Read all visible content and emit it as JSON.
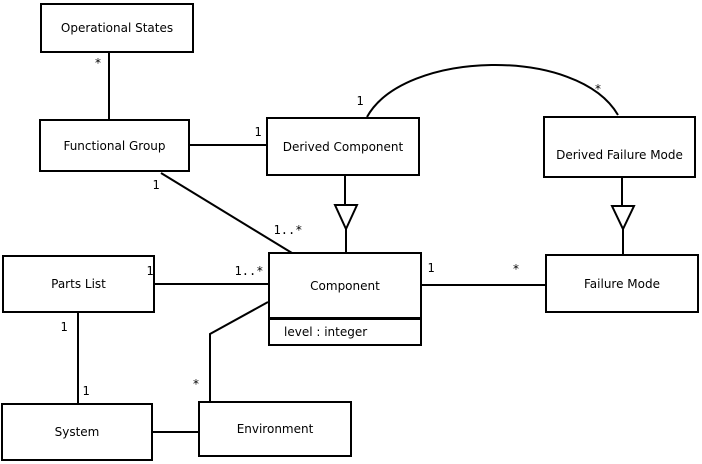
{
  "diagram": {
    "kind": "uml-class-diagram",
    "background_color": "#ffffff",
    "line_color": "#000000",
    "text_color": "#000000",
    "classes": [
      {
        "name": "Operational States"
      },
      {
        "name": "Functional Group"
      },
      {
        "name": "Derived Component"
      },
      {
        "name": "Derived Failure Mode"
      },
      {
        "name": "Parts List"
      },
      {
        "name": "Component",
        "attributes": [
          "level : integer"
        ]
      },
      {
        "name": "Failure Mode"
      },
      {
        "name": "System"
      },
      {
        "name": "Environment"
      }
    ],
    "multiplicities": {
      "operational_states__functional_group": "*",
      "functional_group__derived_component": "1",
      "functional_group__component_src": "1",
      "functional_group__component_dst": "1..*",
      "derived_component__derived_failure_mode_src": "1",
      "derived_component__derived_failure_mode_dst": "*",
      "parts_list__component_src": "1",
      "parts_list__component_dst": "1..*",
      "component__failure_mode_src": "1",
      "component__failure_mode_dst": "*",
      "parts_list__system_src": "1",
      "parts_list__system_dst": "1",
      "component__environment_dst": "*"
    },
    "relationships": [
      {
        "from": "Operational States",
        "to": "Functional Group",
        "type": "association",
        "from_multiplicity": "*"
      },
      {
        "from": "Functional Group",
        "to": "Derived Component",
        "type": "association",
        "to_multiplicity": "1"
      },
      {
        "from": "Functional Group",
        "to": "Component",
        "type": "association",
        "from_multiplicity": "1",
        "to_multiplicity": "1..*"
      },
      {
        "from": "Derived Component",
        "to": "Derived Failure Mode",
        "type": "association",
        "from_multiplicity": "1",
        "to_multiplicity": "*"
      },
      {
        "from": "Derived Component",
        "to": "Component",
        "type": "generalization"
      },
      {
        "from": "Derived Failure Mode",
        "to": "Failure Mode",
        "type": "generalization"
      },
      {
        "from": "Parts List",
        "to": "Component",
        "type": "association",
        "from_multiplicity": "1",
        "to_multiplicity": "1..*"
      },
      {
        "from": "Component",
        "to": "Failure Mode",
        "type": "association",
        "from_multiplicity": "1",
        "to_multiplicity": "*"
      },
      {
        "from": "Parts List",
        "to": "System",
        "type": "association",
        "from_multiplicity": "1",
        "to_multiplicity": "1"
      },
      {
        "from": "Component",
        "to": "Environment",
        "type": "association",
        "to_multiplicity": "*"
      },
      {
        "from": "System",
        "to": "Environment",
        "type": "association"
      }
    ]
  }
}
